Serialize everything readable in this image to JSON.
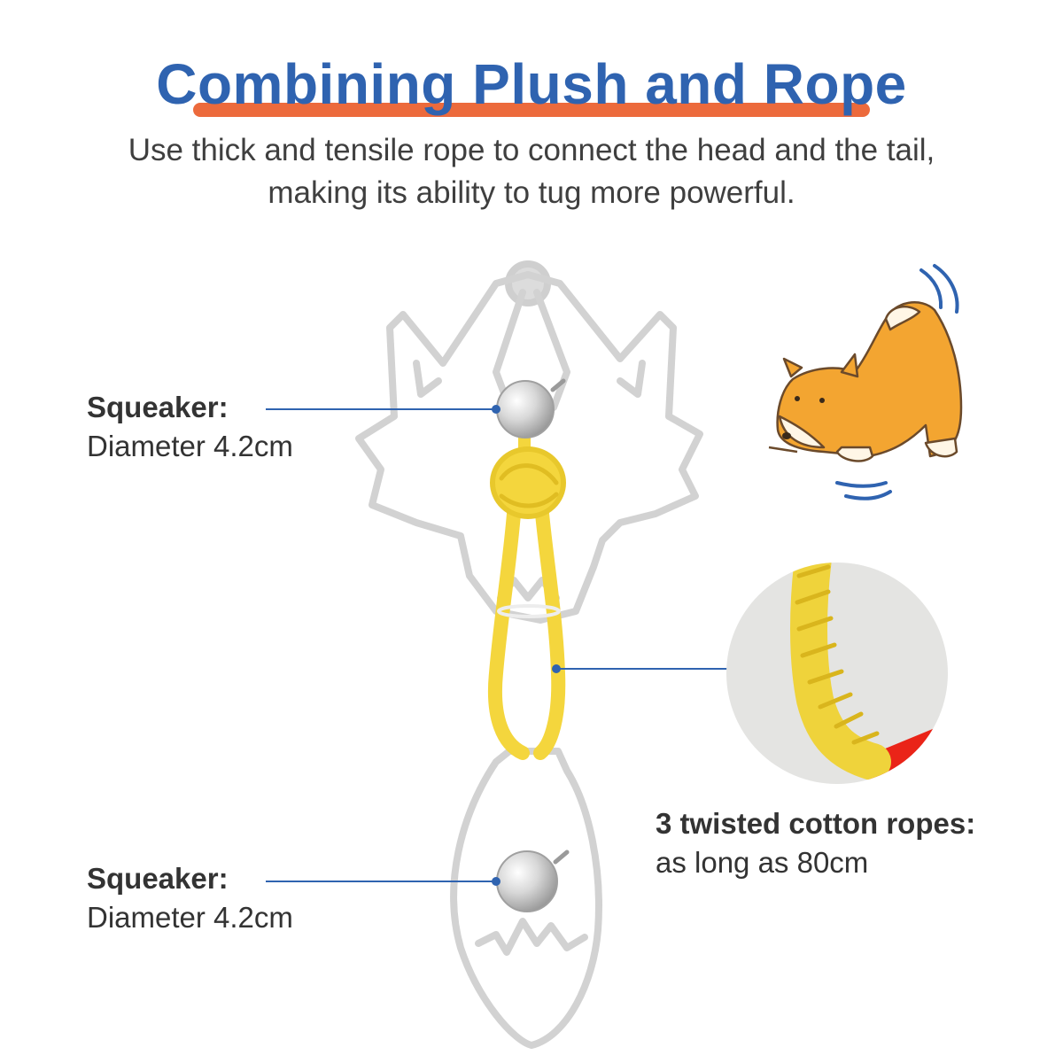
{
  "headline": "Combining Plush and Rope",
  "subtitle": {
    "line1": "Use thick and tensile rope to connect the head and the tail,",
    "line2": "making its ability to tug more powerful."
  },
  "callouts": {
    "squeaker_top": {
      "title": "Squeaker:",
      "detail": "Diameter 4.2cm"
    },
    "squeaker_bottom": {
      "title": "Squeaker:",
      "detail": "Diameter 4.2cm"
    },
    "rope": {
      "title": "3 twisted cotton ropes:",
      "detail": "as long as 80cm"
    }
  },
  "colors": {
    "headline": "#2f63b0",
    "underline": "#ec6a3c",
    "leader_line": "#2f63b0",
    "outline": "#d2d2d2",
    "rope": "#f4d63d",
    "dog": "#f3a531"
  },
  "icons": [
    "fox-toy-outline",
    "squeaker-ball",
    "rope-closeup",
    "shiba-dog-icon"
  ]
}
